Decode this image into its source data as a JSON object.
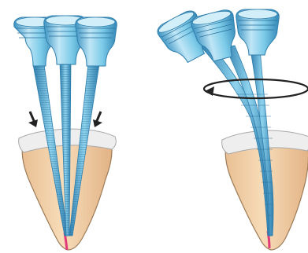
{
  "figure": {
    "panels": [
      {
        "id": "left",
        "technique": "watch-winding",
        "has_down_arrows": true
      },
      {
        "id": "right",
        "technique": "rotation",
        "has_rotation_arrow": true
      }
    ],
    "colors": {
      "file_blue": "#5eb7dc",
      "file_light": "#b9e3f4",
      "file_dark": "#2f7fae",
      "tooth": "#f4d2aa",
      "tooth_outline": "#9c7b58",
      "crown": "#e8e8e8",
      "apex": "#e23b7a",
      "arrow": "#222222"
    }
  }
}
